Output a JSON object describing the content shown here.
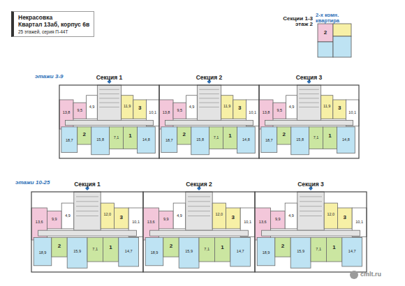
{
  "diagram": {
    "nodes": [
      {
        "text": [
          "Некрасовка",
          "Квартал 13аб, корпус 6в",
          "25 этажей, серия П-44Т"
        ]
      }
    ],
    "labels": [
      "Секции 1-3 этаж 2",
      "2-х комн. квартира",
      "2",
      "этажи 3-9",
      "Секция 1",
      "Секция 2",
      "Секция 3",
      "этажи 10-25",
      "Секция 1",
      "Секция 2",
      "Секция 3",
      "cmlt.ru",
      "13,8",
      "9,5",
      "4,9",
      "11,9",
      "3",
      "10,1",
      "18,7",
      "2",
      "15,8",
      "7,1",
      "1",
      "14,8",
      "13,8",
      "9,5",
      "4,9",
      "11,9",
      "3",
      "10,1",
      "18,7",
      "2",
      "15,8",
      "7,1",
      "1",
      "14,8",
      "13,8",
      "9,5",
      "4,9",
      "11,9",
      "3",
      "10,1",
      "18,7",
      "2",
      "15,8",
      "7,1",
      "1",
      "14,8",
      "13,6",
      "9,9",
      "4,9",
      "12,0",
      "3",
      "10,1",
      "18,9",
      "2",
      "15,9",
      "7,1",
      "1",
      "14,7",
      "13,6",
      "9,9",
      "4,9",
      "12,0",
      "3",
      "10,1",
      "18,9",
      "2",
      "15,9",
      "7,1",
      "1",
      "14,7",
      "13,6",
      "9,9",
      "4,9",
      "12,0",
      "3",
      "10,1",
      "18,9",
      "2",
      "15,9",
      "7,1",
      "1",
      "14,7"
    ]
  }
}
